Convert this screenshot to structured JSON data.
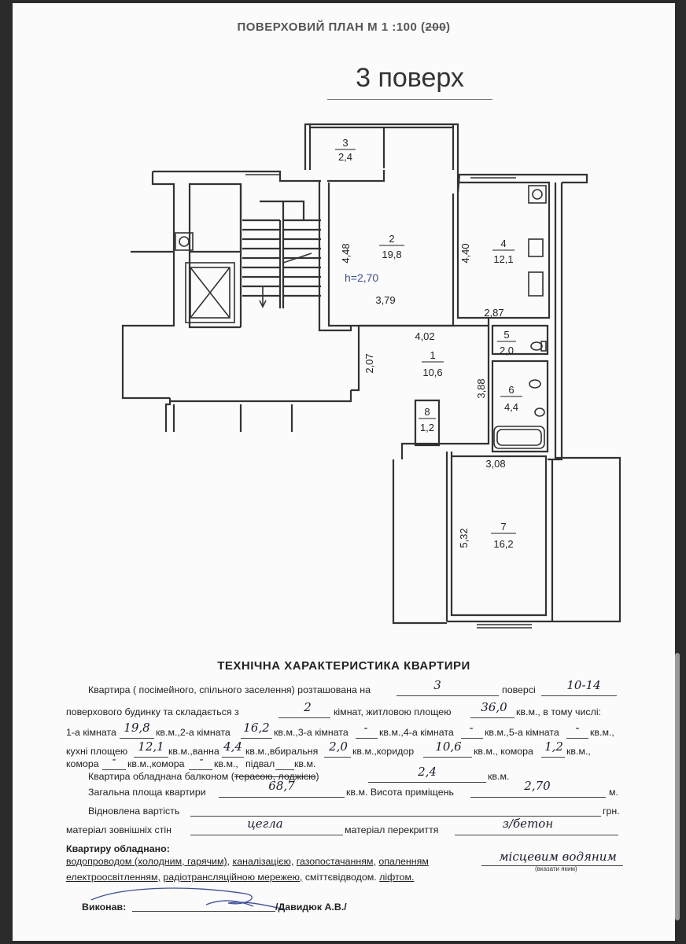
{
  "header": {
    "plan_title_prefix": "ПОВЕРХОВИЙ ПЛАН М 1 :100 (",
    "plan_title_strike": "200",
    "plan_title_suffix": ")",
    "floor_title": "3 поверх"
  },
  "floorplan": {
    "rooms": [
      {
        "id": "room-1",
        "number": "1",
        "area": "10,6"
      },
      {
        "id": "room-2",
        "number": "2",
        "area": "19,8"
      },
      {
        "id": "room-3",
        "number": "3",
        "area": "2,4"
      },
      {
        "id": "room-4",
        "number": "4",
        "area": "12,1"
      },
      {
        "id": "room-5",
        "number": "5",
        "area": "2,0"
      },
      {
        "id": "room-6",
        "number": "6",
        "area": "4,4"
      },
      {
        "id": "room-7",
        "number": "7",
        "area": "16,2"
      },
      {
        "id": "room-8",
        "number": "8",
        "area": "1,2"
      }
    ],
    "dimensions": [
      "4,48",
      "3,79",
      "4,40",
      "2,87",
      "4,02",
      "2,07",
      "3,88",
      "3,08",
      "5,32"
    ],
    "ceiling_height": "h=2,70"
  },
  "tech": {
    "title": "ТЕХНІЧНА ХАРАКТЕРИСТИКА  КВАРТИРИ",
    "line1_a": "Квартира ( посімейного, спільного заселення) розташована на",
    "line1_b": "поверсі",
    "line2_a": "поверхового будинку та складається з",
    "line2_b": "кімнат, житловою площею",
    "line2_c": "кв.м.,  в тому числі:",
    "l3_r1": "1-а кімната",
    "l3_r2": "кв.м.,2-а кімната",
    "l3_r3": "кв.м.,3-а кімната",
    "l3_r4": "кв.м.,4-а кімната",
    "l3_r5": "кв.м.,5-а кімната",
    "l3_end": "кв.м.,",
    "l4_kitchen": "кухні площею",
    "l4_bath": "кв.м.,ванна",
    "l4_wc": "кв.м.,вбиральня",
    "l4_corr": "кв.м.,коридор",
    "l4_store": "кв.м.,  комора",
    "l4_end": "кв.м.,",
    "l5_a": "комора",
    "l5_b": "кв.м.,комора",
    "l5_c": "кв.м.,",
    "l5_d": "підвал",
    "l5_e": "кв.м.",
    "l6_a": "Квартира обладнана балконом (",
    "l6_strike": "терасою, лоджією",
    "l6_b": ")",
    "l6_unit": "кв.м.",
    "l7_a": "Загальна площа квартири",
    "l7_b": "кв.м. Висота приміщень",
    "l7_unit": "м.",
    "l8_a": "Відновлена вартість",
    "l8_unit": "грн.",
    "l9_a": "матеріал зовнішніх стін",
    "l9_b": "матеріал перекриття",
    "equipped_title": "Квартиру обладнано:",
    "eq1_water": "водопроводом (холодним, гарячим),",
    "eq1_sewer": "каналізацією,",
    "eq1_gas": "газопостачанням,",
    "eq1_heat": "опаленням",
    "eq_note": "(вказати яким)",
    "eq2_elec": "електроосвітленням,",
    "eq2_radio": "радіотрансляційною мережею,",
    "eq2_trash": "сміттєвідводом.",
    "eq2_lift": "ліфтом.",
    "performer_label": "Виконав:",
    "performer_name": "/Давидюк А.В./"
  },
  "handwritten": {
    "floor": "3",
    "floors_total": "10-14",
    "rooms_count": "2",
    "living_area": "36,0",
    "room1": "19,8",
    "room2": "16,2",
    "room3": "-",
    "room4": "-",
    "room5": "-",
    "kitchen": "12,1",
    "bath": "4,4",
    "wc": "2,0",
    "corridor": "10,6",
    "storage": "1,2",
    "storage2": "-",
    "storage3": "-",
    "balcony": "2,4",
    "total_area": "68,7",
    "height": "2,70",
    "wall_material": "цегла",
    "ceiling_material": "з/бетон",
    "heating": "місцевим водяним"
  }
}
